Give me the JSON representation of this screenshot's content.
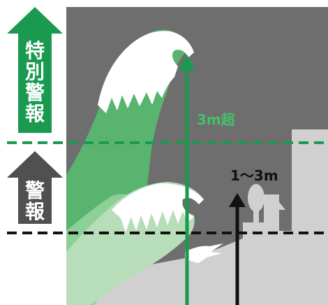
{
  "special_warning": {
    "label_lines": [
      "特",
      "別",
      "警",
      "報"
    ],
    "height_label": "3m超",
    "color": "#1a9a50"
  },
  "warning": {
    "label_lines": [
      "警",
      "報"
    ],
    "height_label": "1～3m",
    "color": "#505050"
  },
  "colors": {
    "background": "#6e6e6e",
    "ground": "#d0d0d0",
    "light_green": "#b8ddb9",
    "mid_green": "#58b46e",
    "dark_line": "#111111"
  }
}
